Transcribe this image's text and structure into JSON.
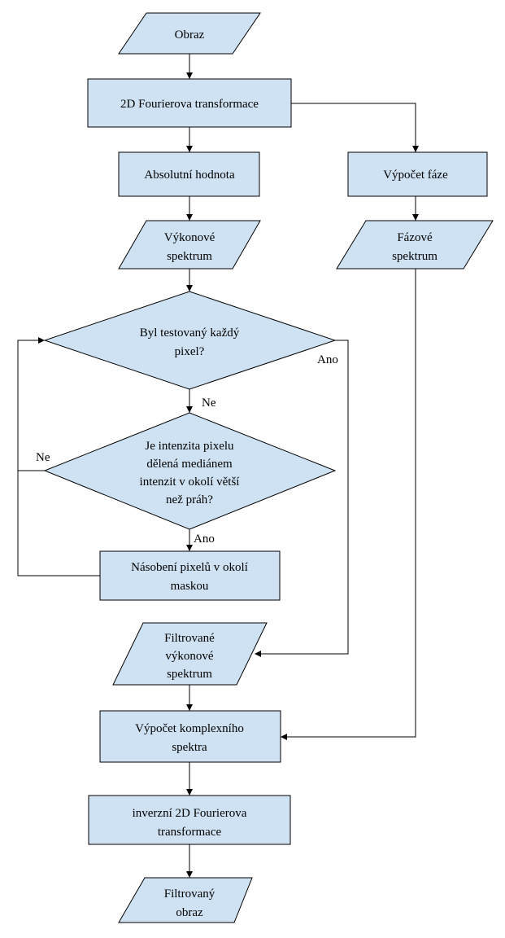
{
  "nodes": {
    "obraz": "Obraz",
    "fourier": "2D  Fourierova transformace",
    "absolutni": "Absolutní hodnota",
    "vypocet_faze": "Výpočet fáze",
    "vykonove": [
      "Výkonové",
      "spektrum"
    ],
    "fazove": [
      "Fázové",
      "spektrum"
    ],
    "testovany": [
      "Byl testovaný každý",
      "pixel?"
    ],
    "intenzita": [
      "Je intenzita pixelu",
      "dělená mediánem",
      "intenzit v okolí větší",
      "než práh?"
    ],
    "nasobeni": [
      "Násobení pixelů v okolí",
      "maskou"
    ],
    "filtrovane": [
      "Filtrované",
      "výkonové",
      "spektrum"
    ],
    "komplexni": [
      "Výpočet komplexního",
      "spektra"
    ],
    "inverzni": [
      "inverzní 2D  Fourierova",
      "transformace"
    ],
    "filtrovany": [
      "Filtrovaný",
      "obraz"
    ]
  },
  "edge_labels": {
    "ano_1": "Ano",
    "ne_1": "Ne",
    "ne_2": "Ne",
    "ano_2": "Ano"
  }
}
